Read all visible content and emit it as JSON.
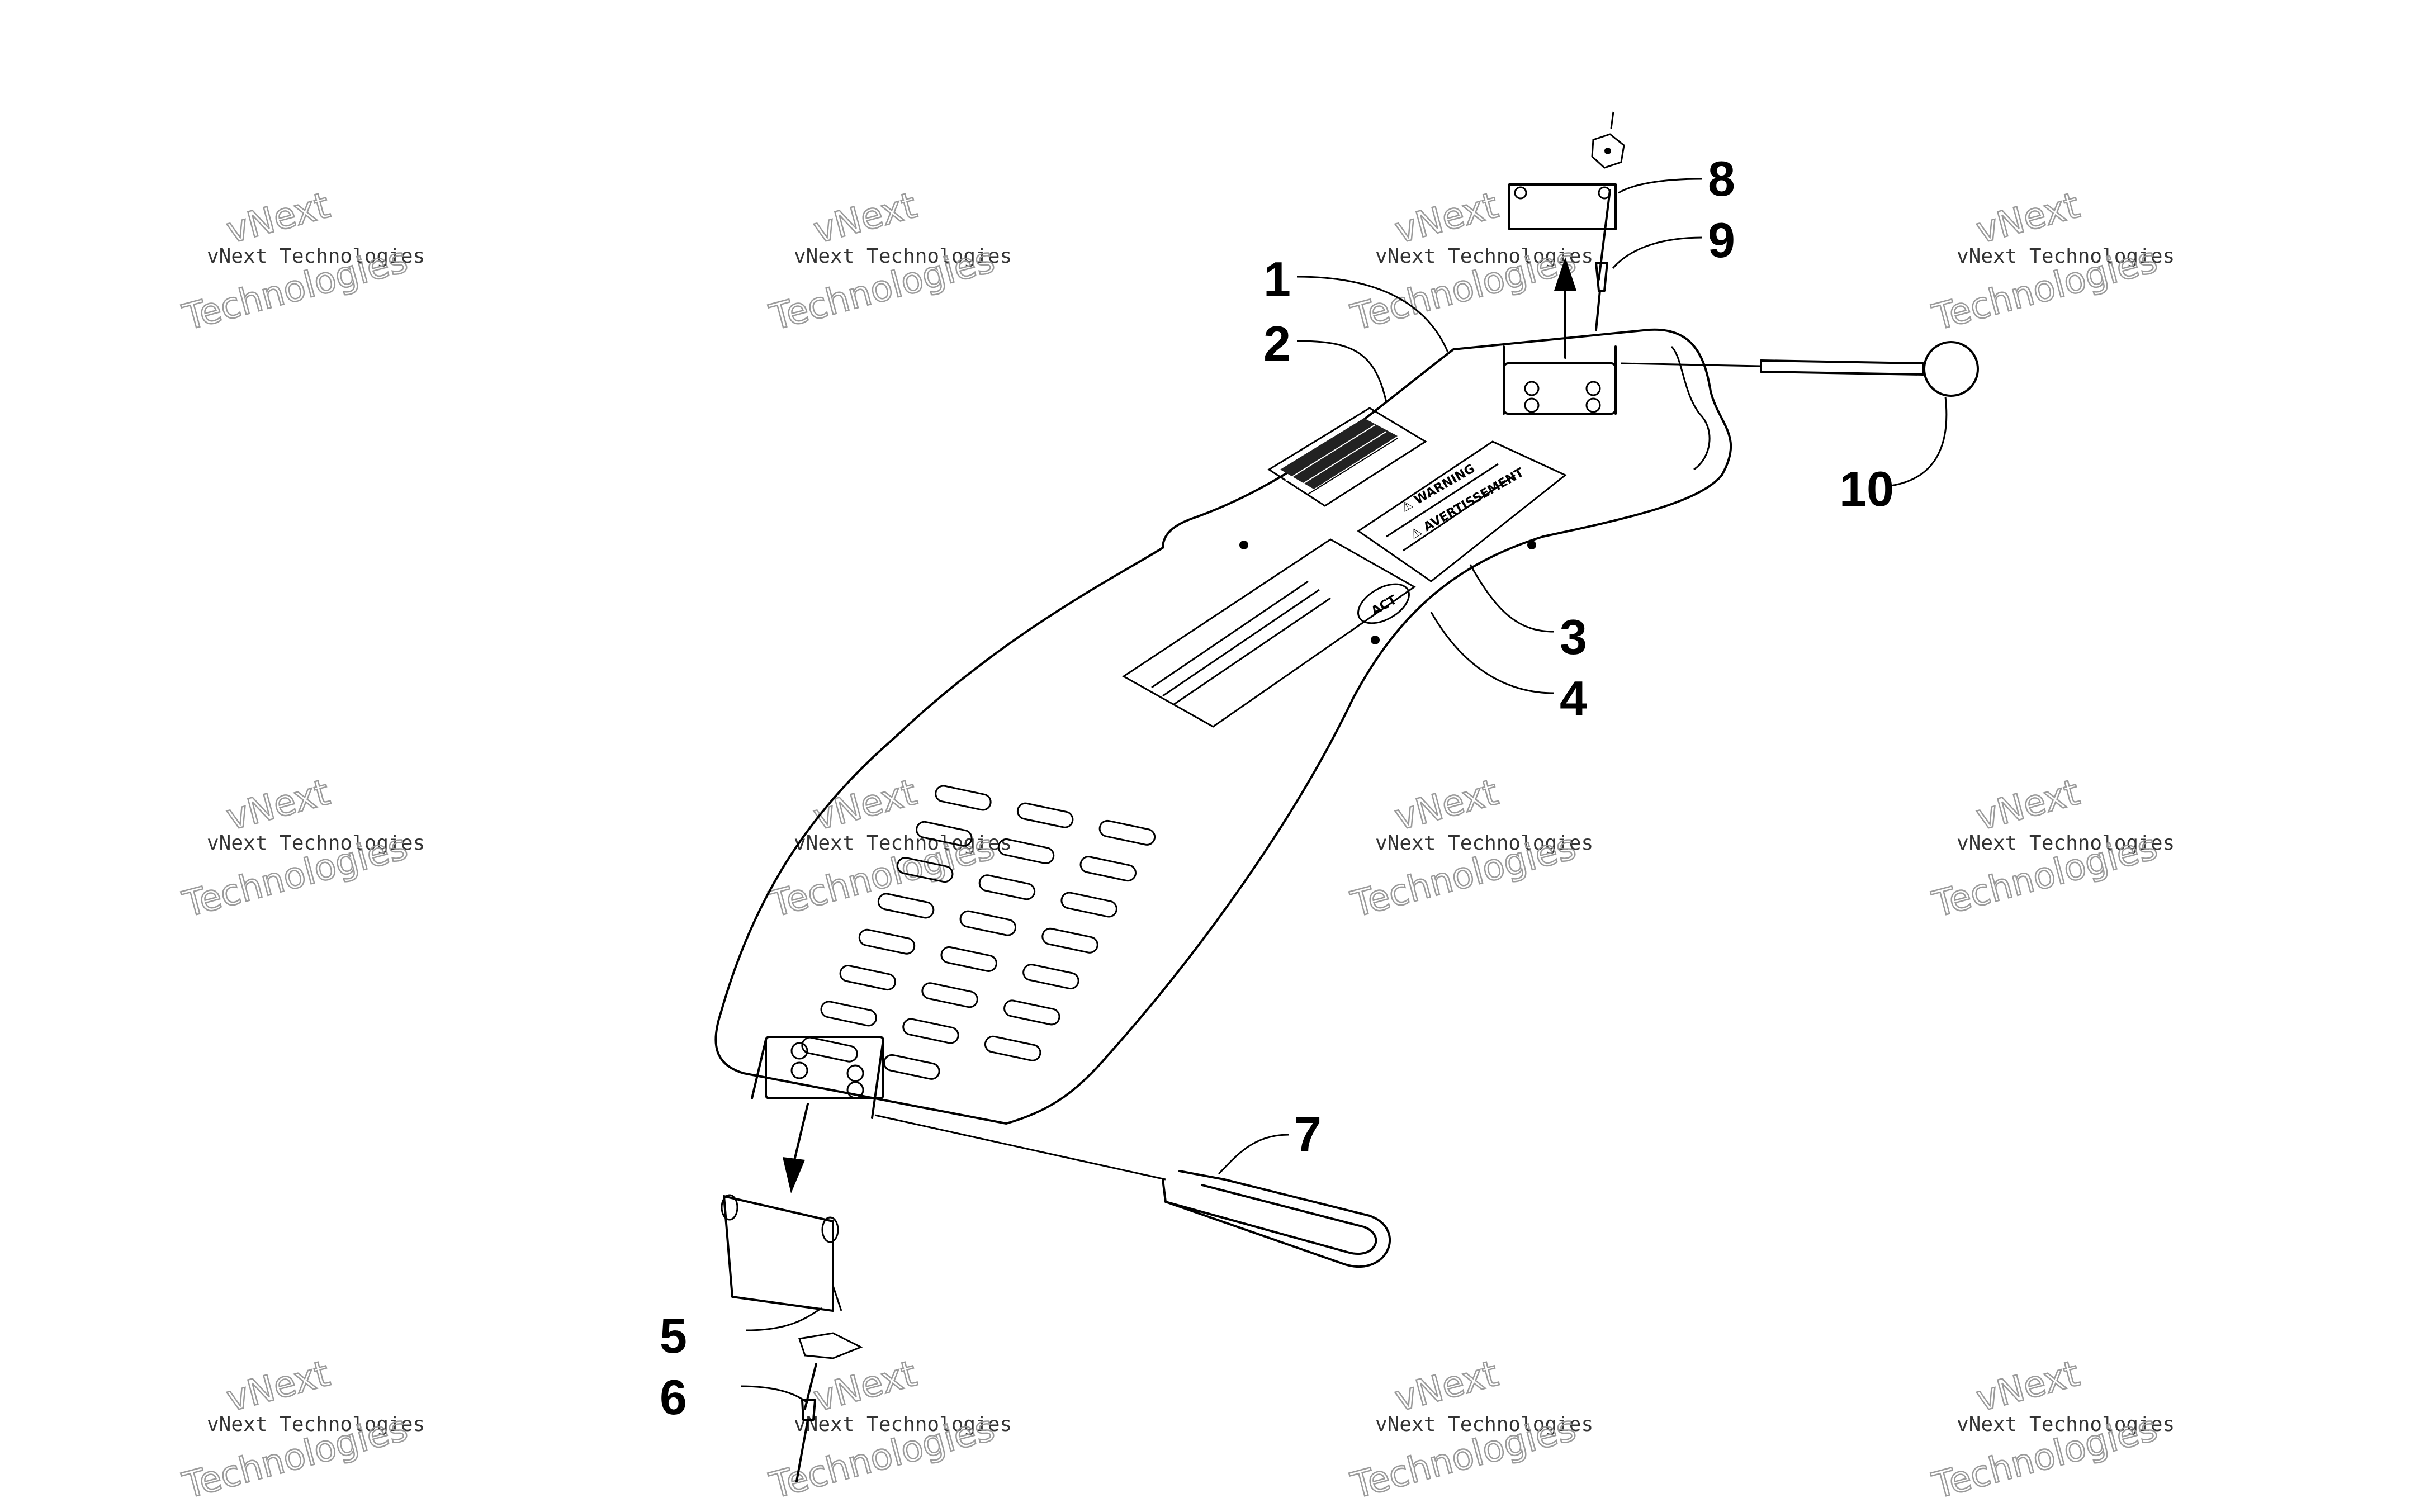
{
  "callouts": [
    {
      "id": "1",
      "label": "1"
    },
    {
      "id": "2",
      "label": "2"
    },
    {
      "id": "3",
      "label": "3"
    },
    {
      "id": "4",
      "label": "4"
    },
    {
      "id": "5",
      "label": "5"
    },
    {
      "id": "6",
      "label": "6"
    },
    {
      "id": "7",
      "label": "7"
    },
    {
      "id": "8",
      "label": "8"
    },
    {
      "id": "9",
      "label": "9"
    },
    {
      "id": "10",
      "label": "10"
    }
  ],
  "decals": {
    "warning": "⚠ WARNING",
    "avertissement": "⚠ AVERTISSEMENT",
    "logo": "ACT"
  },
  "watermark": {
    "line1": "vNext Technologies",
    "line2": "vNext",
    "line3": "Technologies"
  }
}
